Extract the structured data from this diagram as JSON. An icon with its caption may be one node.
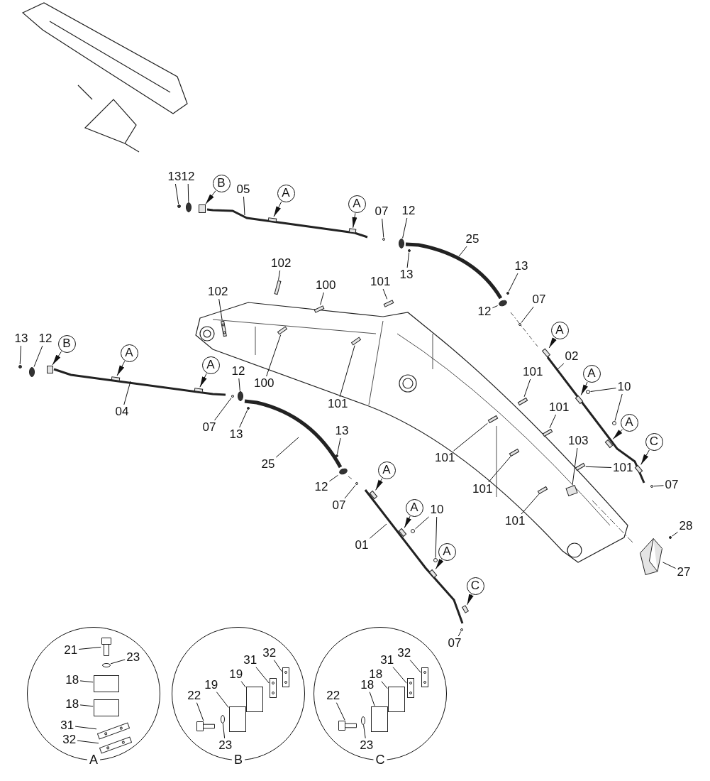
{
  "diagram": {
    "nodes": [
      {
        "text": [
          "13"
        ]
      },
      {
        "text": [
          "12"
        ]
      },
      {
        "text": [
          "B"
        ]
      },
      {
        "text": [
          "05"
        ]
      },
      {
        "text": [
          "A"
        ]
      },
      {
        "text": [
          "A"
        ]
      },
      {
        "text": [
          "07"
        ]
      },
      {
        "text": [
          "12"
        ]
      },
      {
        "text": [
          "25"
        ]
      },
      {
        "text": [
          "102"
        ]
      },
      {
        "text": [
          "13"
        ]
      },
      {
        "text": [
          "13"
        ]
      },
      {
        "text": [
          "101"
        ]
      },
      {
        "text": [
          "100"
        ]
      },
      {
        "text": [
          "102"
        ]
      },
      {
        "text": [
          "07"
        ]
      },
      {
        "text": [
          "12"
        ]
      },
      {
        "text": [
          "A"
        ]
      },
      {
        "text": [
          "13"
        ]
      },
      {
        "text": [
          "12"
        ]
      },
      {
        "text": [
          "B"
        ]
      },
      {
        "text": [
          "A"
        ]
      },
      {
        "text": [
          "02"
        ]
      },
      {
        "text": [
          "A"
        ]
      },
      {
        "text": [
          "12"
        ]
      },
      {
        "text": [
          "101"
        ]
      },
      {
        "text": [
          "A"
        ]
      },
      {
        "text": [
          "100"
        ]
      },
      {
        "text": [
          "10"
        ]
      },
      {
        "text": [
          "101"
        ]
      },
      {
        "text": [
          "101"
        ]
      },
      {
        "text": [
          "04"
        ]
      },
      {
        "text": [
          "A"
        ]
      },
      {
        "text": [
          "07"
        ]
      },
      {
        "text": [
          "13"
        ]
      },
      {
        "text": [
          "13"
        ]
      },
      {
        "text": [
          "C"
        ]
      },
      {
        "text": [
          "103"
        ]
      },
      {
        "text": [
          "101"
        ]
      },
      {
        "text": [
          "25"
        ]
      },
      {
        "text": [
          "101"
        ]
      },
      {
        "text": [
          "A"
        ]
      },
      {
        "text": [
          "07"
        ]
      },
      {
        "text": [
          "12"
        ]
      },
      {
        "text": [
          "101"
        ]
      },
      {
        "text": [
          "07"
        ]
      },
      {
        "text": [
          "A"
        ]
      },
      {
        "text": [
          "10"
        ]
      },
      {
        "text": [
          "101"
        ]
      },
      {
        "text": [
          "28"
        ]
      },
      {
        "text": [
          "01"
        ]
      },
      {
        "text": [
          "A"
        ]
      },
      {
        "text": [
          "27"
        ]
      },
      {
        "text": [
          "C"
        ]
      },
      {
        "text": [
          "07"
        ]
      },
      {
        "text": [
          "A"
        ]
      },
      {
        "text": [
          "21"
        ],
        "in": 55
      },
      {
        "text": [
          "23"
        ],
        "in": 55
      },
      {
        "text": [
          "18"
        ],
        "in": 55
      },
      {
        "text": [
          "18"
        ],
        "in": 55
      },
      {
        "text": [
          "31"
        ],
        "in": 55
      },
      {
        "text": [
          "32"
        ],
        "in": 55
      },
      {
        "text": [
          "B"
        ]
      },
      {
        "text": [
          "32"
        ],
        "in": 62
      },
      {
        "text": [
          "31"
        ],
        "in": 62
      },
      {
        "text": [
          "19"
        ],
        "in": 62
      },
      {
        "text": [
          "19"
        ],
        "in": 62
      },
      {
        "text": [
          "22"
        ],
        "in": 62
      },
      {
        "text": [
          "23"
        ],
        "in": 62
      },
      {
        "text": [
          "C"
        ]
      },
      {
        "text": [
          "32"
        ],
        "in": 69
      },
      {
        "text": [
          "31"
        ],
        "in": 69
      },
      {
        "text": [
          "18"
        ],
        "in": 69
      },
      {
        "text": [
          "18"
        ],
        "in": 69
      },
      {
        "text": [
          "22"
        ],
        "in": 69
      },
      {
        "text": [
          "23"
        ],
        "in": 69
      },
      {
        "text": [],
        "shape": "circle"
      },
      {
        "text": [],
        "shape": "circle"
      },
      {
        "text": [],
        "shape": "box"
      },
      {
        "text": [],
        "shape": "box"
      },
      {
        "text": [],
        "shape": "box"
      },
      {
        "text": [],
        "shape": "circle"
      },
      {
        "text": [],
        "shape": "circle"
      },
      {
        "text": [],
        "shape": "bar"
      },
      {
        "text": [],
        "shape": "circle"
      },
      {
        "text": [],
        "shape": "circle"
      },
      {
        "text": [],
        "shape": "bar"
      },
      {
        "text": [],
        "shape": "bar"
      },
      {
        "text": [],
        "shape": "bar"
      },
      {
        "text": [],
        "shape": "circle"
      },
      {
        "text": [],
        "shape": "circle"
      },
      {
        "text": [],
        "shape": "box"
      },
      {
        "text": [],
        "shape": "circle"
      },
      {
        "text": [],
        "shape": "circle"
      },
      {
        "text": [],
        "shape": "box"
      },
      {
        "text": [],
        "shape": "box"
      },
      {
        "text": [],
        "shape": "box"
      },
      {
        "text": [],
        "shape": "circle"
      },
      {
        "text": [],
        "shape": "bar"
      },
      {
        "text": [],
        "shape": "box"
      },
      {
        "text": [],
        "shape": "bar"
      },
      {
        "text": [],
        "shape": "circle"
      },
      {
        "text": [],
        "shape": "circle"
      },
      {
        "text": [],
        "shape": "bar"
      },
      {
        "text": [],
        "shape": "bar"
      },
      {
        "text": [],
        "shape": "box"
      },
      {
        "text": [],
        "shape": "circle"
      },
      {
        "text": [],
        "shape": "circle"
      },
      {
        "text": [],
        "shape": "circle"
      },
      {
        "text": [],
        "shape": "box"
      },
      {
        "text": [],
        "shape": "box"
      },
      {
        "text": [],
        "shape": "bar"
      },
      {
        "text": [],
        "shape": "bar"
      },
      {
        "text": [],
        "shape": "box"
      },
      {
        "text": [],
        "shape": "circle"
      },
      {
        "text": [],
        "shape": "circle"
      },
      {
        "text": [],
        "shape": "bar"
      },
      {
        "text": [],
        "shape": "circle"
      },
      {
        "text": [],
        "shape": "box"
      },
      {
        "text": [],
        "shape": "circle"
      },
      {
        "text": [],
        "shape": "circle"
      },
      {
        "text": [],
        "shape": "bar"
      },
      {
        "text": [],
        "shape": "circle"
      },
      {
        "text": [],
        "shape": "box"
      },
      {
        "text": [],
        "shape": "bracket"
      },
      {
        "text": [],
        "shape": "box"
      },
      {
        "text": [],
        "shape": "circle"
      },
      {
        "text": [],
        "shape": "bolt",
        "in": 55
      },
      {
        "text": [],
        "shape": "circle",
        "in": 55
      },
      {
        "text": [],
        "shape": "box",
        "in": 55
      },
      {
        "text": [],
        "shape": "box",
        "in": 55
      },
      {
        "text": [],
        "shape": "bar",
        "in": 55
      },
      {
        "text": [],
        "shape": "bar",
        "in": 55
      },
      {
        "text": [],
        "shape": "bar",
        "in": 62
      },
      {
        "text": [],
        "shape": "bar",
        "in": 62
      },
      {
        "text": [],
        "shape": "box",
        "in": 62
      },
      {
        "text": [],
        "shape": "box",
        "in": 62
      },
      {
        "text": [],
        "shape": "bolt",
        "in": 62
      },
      {
        "text": [],
        "shape": "circle",
        "in": 62
      },
      {
        "text": [],
        "shape": "bar",
        "in": 69
      },
      {
        "text": [],
        "shape": "bar",
        "in": 69
      },
      {
        "text": [],
        "shape": "box",
        "in": 69
      },
      {
        "text": [],
        "shape": "box",
        "in": 69
      },
      {
        "text": [],
        "shape": "bolt",
        "in": 69
      },
      {
        "text": [],
        "shape": "circle",
        "in": 69
      }
    ],
    "edges": [
      {
        "from": 0,
        "to": 76,
        "arrow": "none"
      },
      {
        "from": 1,
        "to": 77,
        "arrow": "none"
      },
      {
        "from": 2,
        "to": 78,
        "arrow": "to"
      },
      {
        "from": 3,
        "to": null,
        "arrow": "none"
      },
      {
        "from": 4,
        "to": 79,
        "arrow": "to"
      },
      {
        "from": 5,
        "to": 80,
        "arrow": "to"
      },
      {
        "from": 6,
        "to": 81,
        "arrow": "none"
      },
      {
        "from": 7,
        "to": 82,
        "arrow": "none"
      },
      {
        "from": 8,
        "to": null,
        "arrow": "none"
      },
      {
        "from": 9,
        "to": 83,
        "arrow": "none"
      },
      {
        "from": 10,
        "to": 84,
        "arrow": "none"
      },
      {
        "from": 11,
        "to": 85,
        "arrow": "none"
      },
      {
        "from": 12,
        "to": 86,
        "arrow": "none"
      },
      {
        "from": 13,
        "to": 87,
        "arrow": "none"
      },
      {
        "from": 14,
        "to": 88,
        "arrow": "none"
      },
      {
        "from": 15,
        "to": 89,
        "arrow": "none"
      },
      {
        "from": 16,
        "to": 90,
        "arrow": "none"
      },
      {
        "from": 17,
        "to": 91,
        "arrow": "to"
      },
      {
        "from": 18,
        "to": 92,
        "arrow": "none"
      },
      {
        "from": 19,
        "to": 93,
        "arrow": "none"
      },
      {
        "from": 20,
        "to": 94,
        "arrow": "to"
      },
      {
        "from": 21,
        "to": 95,
        "arrow": "to"
      },
      {
        "from": 22,
        "to": null,
        "arrow": "none"
      },
      {
        "from": 23,
        "to": 96,
        "arrow": "to"
      },
      {
        "from": 24,
        "to": 97,
        "arrow": "none"
      },
      {
        "from": 25,
        "to": 98,
        "arrow": "none"
      },
      {
        "from": 26,
        "to": 99,
        "arrow": "to"
      },
      {
        "from": 27,
        "to": 100,
        "arrow": "none"
      },
      {
        "from": 28,
        "to": 101,
        "arrow": "none"
      },
      {
        "from": 28,
        "to": 102,
        "arrow": "none"
      },
      {
        "from": 29,
        "to": 103,
        "arrow": "none"
      },
      {
        "from": 30,
        "to": 104,
        "arrow": "none"
      },
      {
        "from": 31,
        "to": null,
        "arrow": "none"
      },
      {
        "from": 32,
        "to": 105,
        "arrow": "to"
      },
      {
        "from": 33,
        "to": 106,
        "arrow": "none"
      },
      {
        "from": 34,
        "to": 107,
        "arrow": "none"
      },
      {
        "from": 35,
        "to": 108,
        "arrow": "none"
      },
      {
        "from": 36,
        "to": 109,
        "arrow": "to"
      },
      {
        "from": 37,
        "to": 110,
        "arrow": "none"
      },
      {
        "from": 38,
        "to": 111,
        "arrow": "none"
      },
      {
        "from": 39,
        "to": null,
        "arrow": "none"
      },
      {
        "from": 40,
        "to": 112,
        "arrow": "none"
      },
      {
        "from": 41,
        "to": 113,
        "arrow": "to"
      },
      {
        "from": 42,
        "to": 114,
        "arrow": "none"
      },
      {
        "from": 43,
        "to": 115,
        "arrow": "none"
      },
      {
        "from": 44,
        "to": 116,
        "arrow": "none"
      },
      {
        "from": 45,
        "to": 117,
        "arrow": "none"
      },
      {
        "from": 46,
        "to": 118,
        "arrow": "to"
      },
      {
        "from": 47,
        "to": 119,
        "arrow": "none"
      },
      {
        "from": 47,
        "to": 120,
        "arrow": "none"
      },
      {
        "from": 48,
        "to": 121,
        "arrow": "none"
      },
      {
        "from": 49,
        "to": 122,
        "arrow": "none"
      },
      {
        "from": 50,
        "to": null,
        "arrow": "none"
      },
      {
        "from": 51,
        "to": 123,
        "arrow": "to"
      },
      {
        "from": 52,
        "to": 124,
        "arrow": "none"
      },
      {
        "from": 53,
        "to": 125,
        "arrow": "to"
      },
      {
        "from": 54,
        "to": 126,
        "arrow": "none"
      },
      {
        "from": 56,
        "to": 127,
        "arrow": "none"
      },
      {
        "from": 57,
        "to": 128,
        "arrow": "none"
      },
      {
        "from": 58,
        "to": 129,
        "arrow": "none"
      },
      {
        "from": 59,
        "to": 130,
        "arrow": "none"
      },
      {
        "from": 60,
        "to": 131,
        "arrow": "none"
      },
      {
        "from": 61,
        "to": 132,
        "arrow": "none"
      },
      {
        "from": 63,
        "to": 133,
        "arrow": "none"
      },
      {
        "from": 64,
        "to": 134,
        "arrow": "none"
      },
      {
        "from": 65,
        "to": 135,
        "arrow": "none"
      },
      {
        "from": 66,
        "to": 136,
        "arrow": "none"
      },
      {
        "from": 67,
        "to": 137,
        "arrow": "none"
      },
      {
        "from": 68,
        "to": 138,
        "arrow": "none"
      },
      {
        "from": 70,
        "to": 139,
        "arrow": "none"
      },
      {
        "from": 71,
        "to": 140,
        "arrow": "none"
      },
      {
        "from": 72,
        "to": 141,
        "arrow": "none"
      },
      {
        "from": 73,
        "to": 142,
        "arrow": "none"
      },
      {
        "from": 74,
        "to": 143,
        "arrow": "none"
      },
      {
        "from": 75,
        "to": 144,
        "arrow": "none"
      }
    ]
  }
}
